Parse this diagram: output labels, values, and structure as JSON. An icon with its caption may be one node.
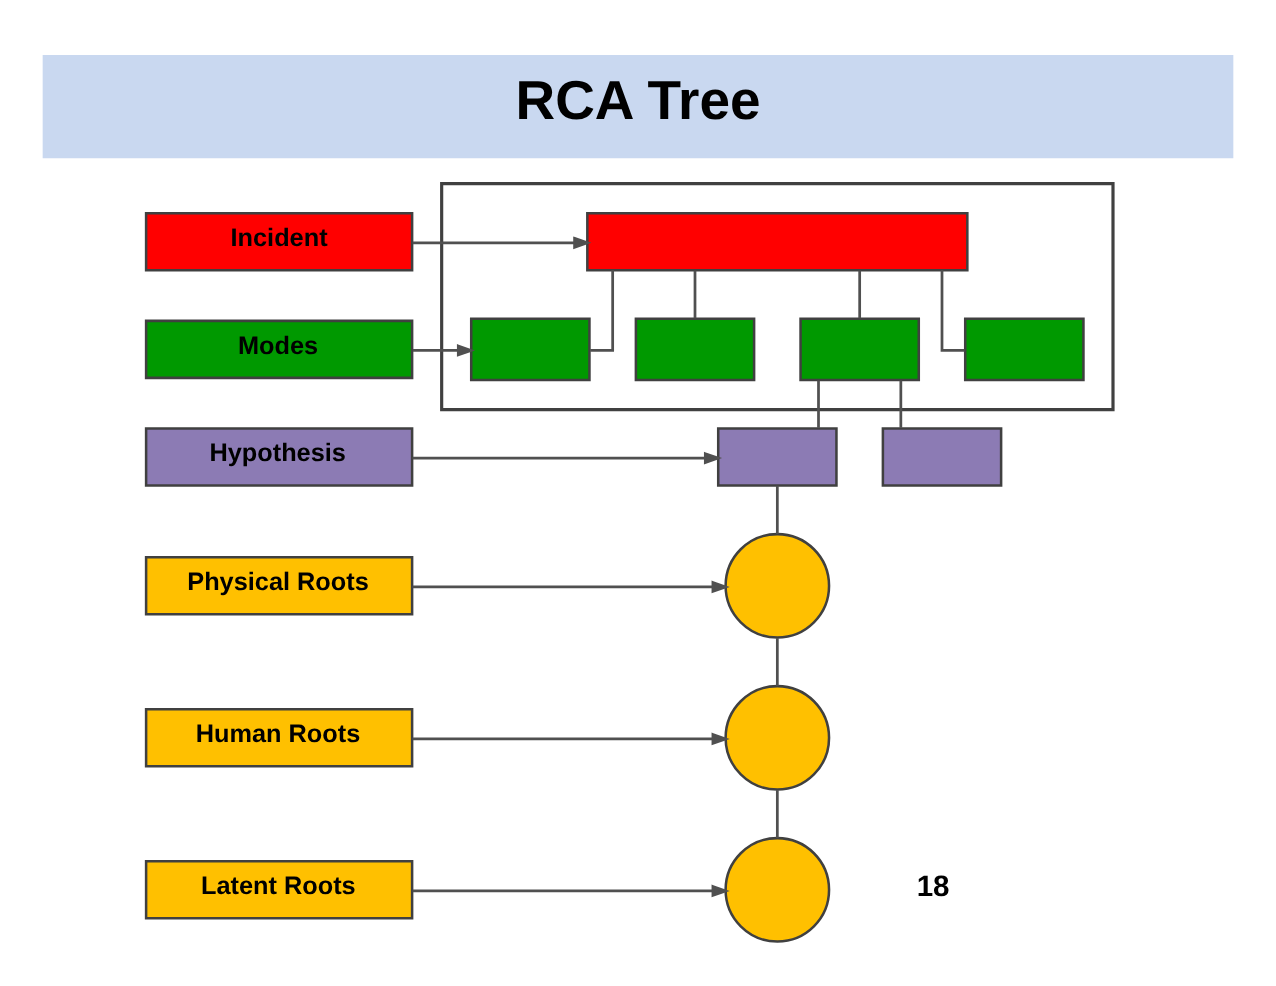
{
  "diagram": {
    "title": "RCA Tree",
    "nodes": [
      {
        "text": [
          "Incident"
        ]
      },
      {
        "text": [
          "Modes"
        ]
      },
      {
        "text": [
          "Hypothesis"
        ]
      },
      {
        "text": [
          "Physical Roots"
        ]
      },
      {
        "text": [
          "Human Roots"
        ]
      },
      {
        "text": [
          "Latent Roots"
        ]
      },
      {
        "text": [],
        "shape": "box"
      },
      {
        "text": [],
        "shape": "box",
        "in": 6
      },
      {
        "text": [],
        "shape": "box",
        "in": 6
      },
      {
        "text": [],
        "shape": "box",
        "in": 6
      },
      {
        "text": [],
        "shape": "box",
        "in": 6
      },
      {
        "text": [],
        "shape": "box",
        "in": 6
      },
      {
        "text": [],
        "shape": "box"
      },
      {
        "text": [],
        "shape": "box"
      },
      {
        "text": [],
        "shape": "circle"
      },
      {
        "text": [],
        "shape": "circle"
      },
      {
        "text": [],
        "shape": "circle"
      }
    ],
    "edges": [
      {
        "from": 0,
        "to": 7,
        "arrow": "to"
      },
      {
        "from": 1,
        "to": 8,
        "arrow": "to"
      },
      {
        "from": 2,
        "to": 12,
        "arrow": "to"
      },
      {
        "from": 3,
        "to": 14,
        "arrow": "to"
      },
      {
        "from": 4,
        "to": 15,
        "arrow": "to"
      },
      {
        "from": 5,
        "to": 16,
        "arrow": "to"
      },
      {
        "from": 7,
        "to": 8,
        "arrow": "none"
      },
      {
        "from": 7,
        "to": 9,
        "arrow": "none"
      },
      {
        "from": 7,
        "to": 10,
        "arrow": "none"
      },
      {
        "from": 7,
        "to": 11,
        "arrow": "none"
      },
      {
        "from": 10,
        "to": 12,
        "arrow": "none"
      },
      {
        "from": 10,
        "to": 13,
        "arrow": "none"
      },
      {
        "from": 12,
        "to": 14,
        "arrow": "none"
      },
      {
        "from": 14,
        "to": 15,
        "arrow": "none"
      },
      {
        "from": 15,
        "to": 16,
        "arrow": "none"
      }
    ],
    "labels": [
      "18"
    ]
  }
}
